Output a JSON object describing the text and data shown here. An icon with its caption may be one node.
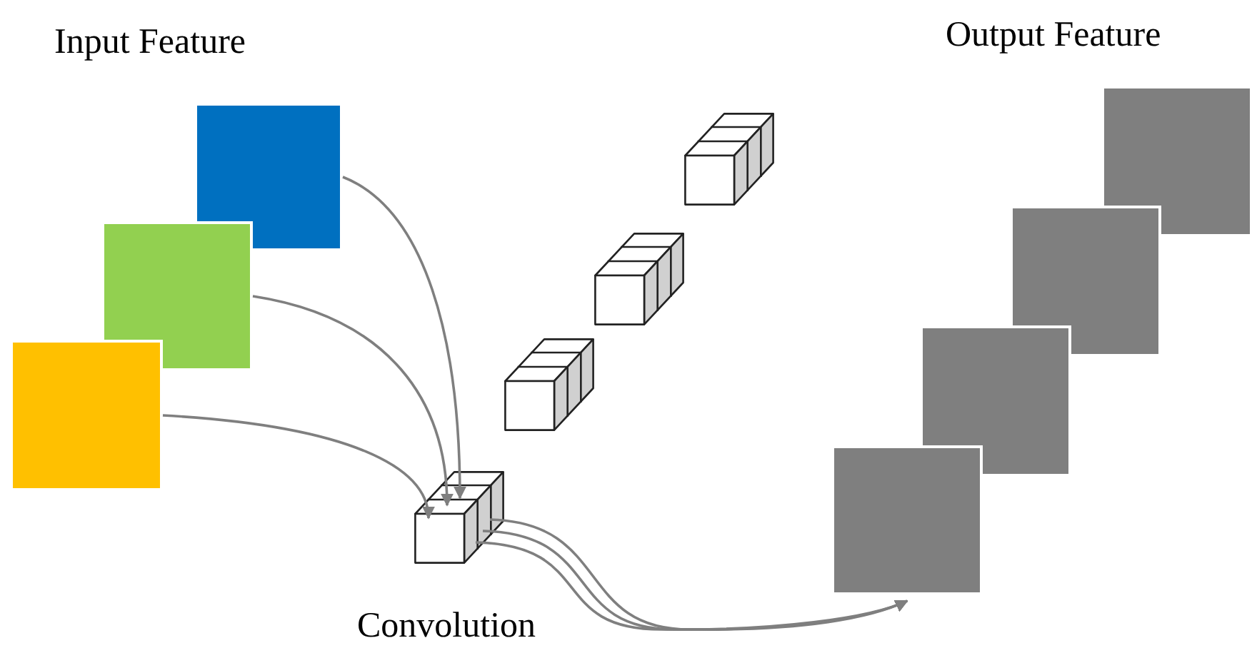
{
  "diagram": {
    "nodes": [
      {
        "text": [],
        "shape": "box"
      },
      {
        "text": [],
        "shape": "box"
      },
      {
        "text": [],
        "shape": "box"
      },
      {
        "text": [],
        "shape": "cube",
        "beside": [
          "Convolution"
        ]
      },
      {
        "text": [],
        "shape": "cube"
      },
      {
        "text": [],
        "shape": "cube"
      },
      {
        "text": [],
        "shape": "cube"
      },
      {
        "text": [],
        "shape": "box"
      },
      {
        "text": [],
        "shape": "box"
      },
      {
        "text": [],
        "shape": "box"
      },
      {
        "text": [],
        "shape": "box"
      }
    ],
    "edges": [
      {
        "from": 0,
        "to": 3,
        "arrow": "to"
      },
      {
        "from": 1,
        "to": 3,
        "arrow": "to"
      },
      {
        "from": 2,
        "to": 3,
        "arrow": "to"
      },
      {
        "from": 3,
        "to": 7,
        "arrow": "to"
      },
      {
        "from": 3,
        "to": 7,
        "arrow": "to"
      },
      {
        "from": 3,
        "to": 7,
        "arrow": "to"
      }
    ],
    "labels": [
      "Input Feature",
      "Output Feature"
    ]
  }
}
